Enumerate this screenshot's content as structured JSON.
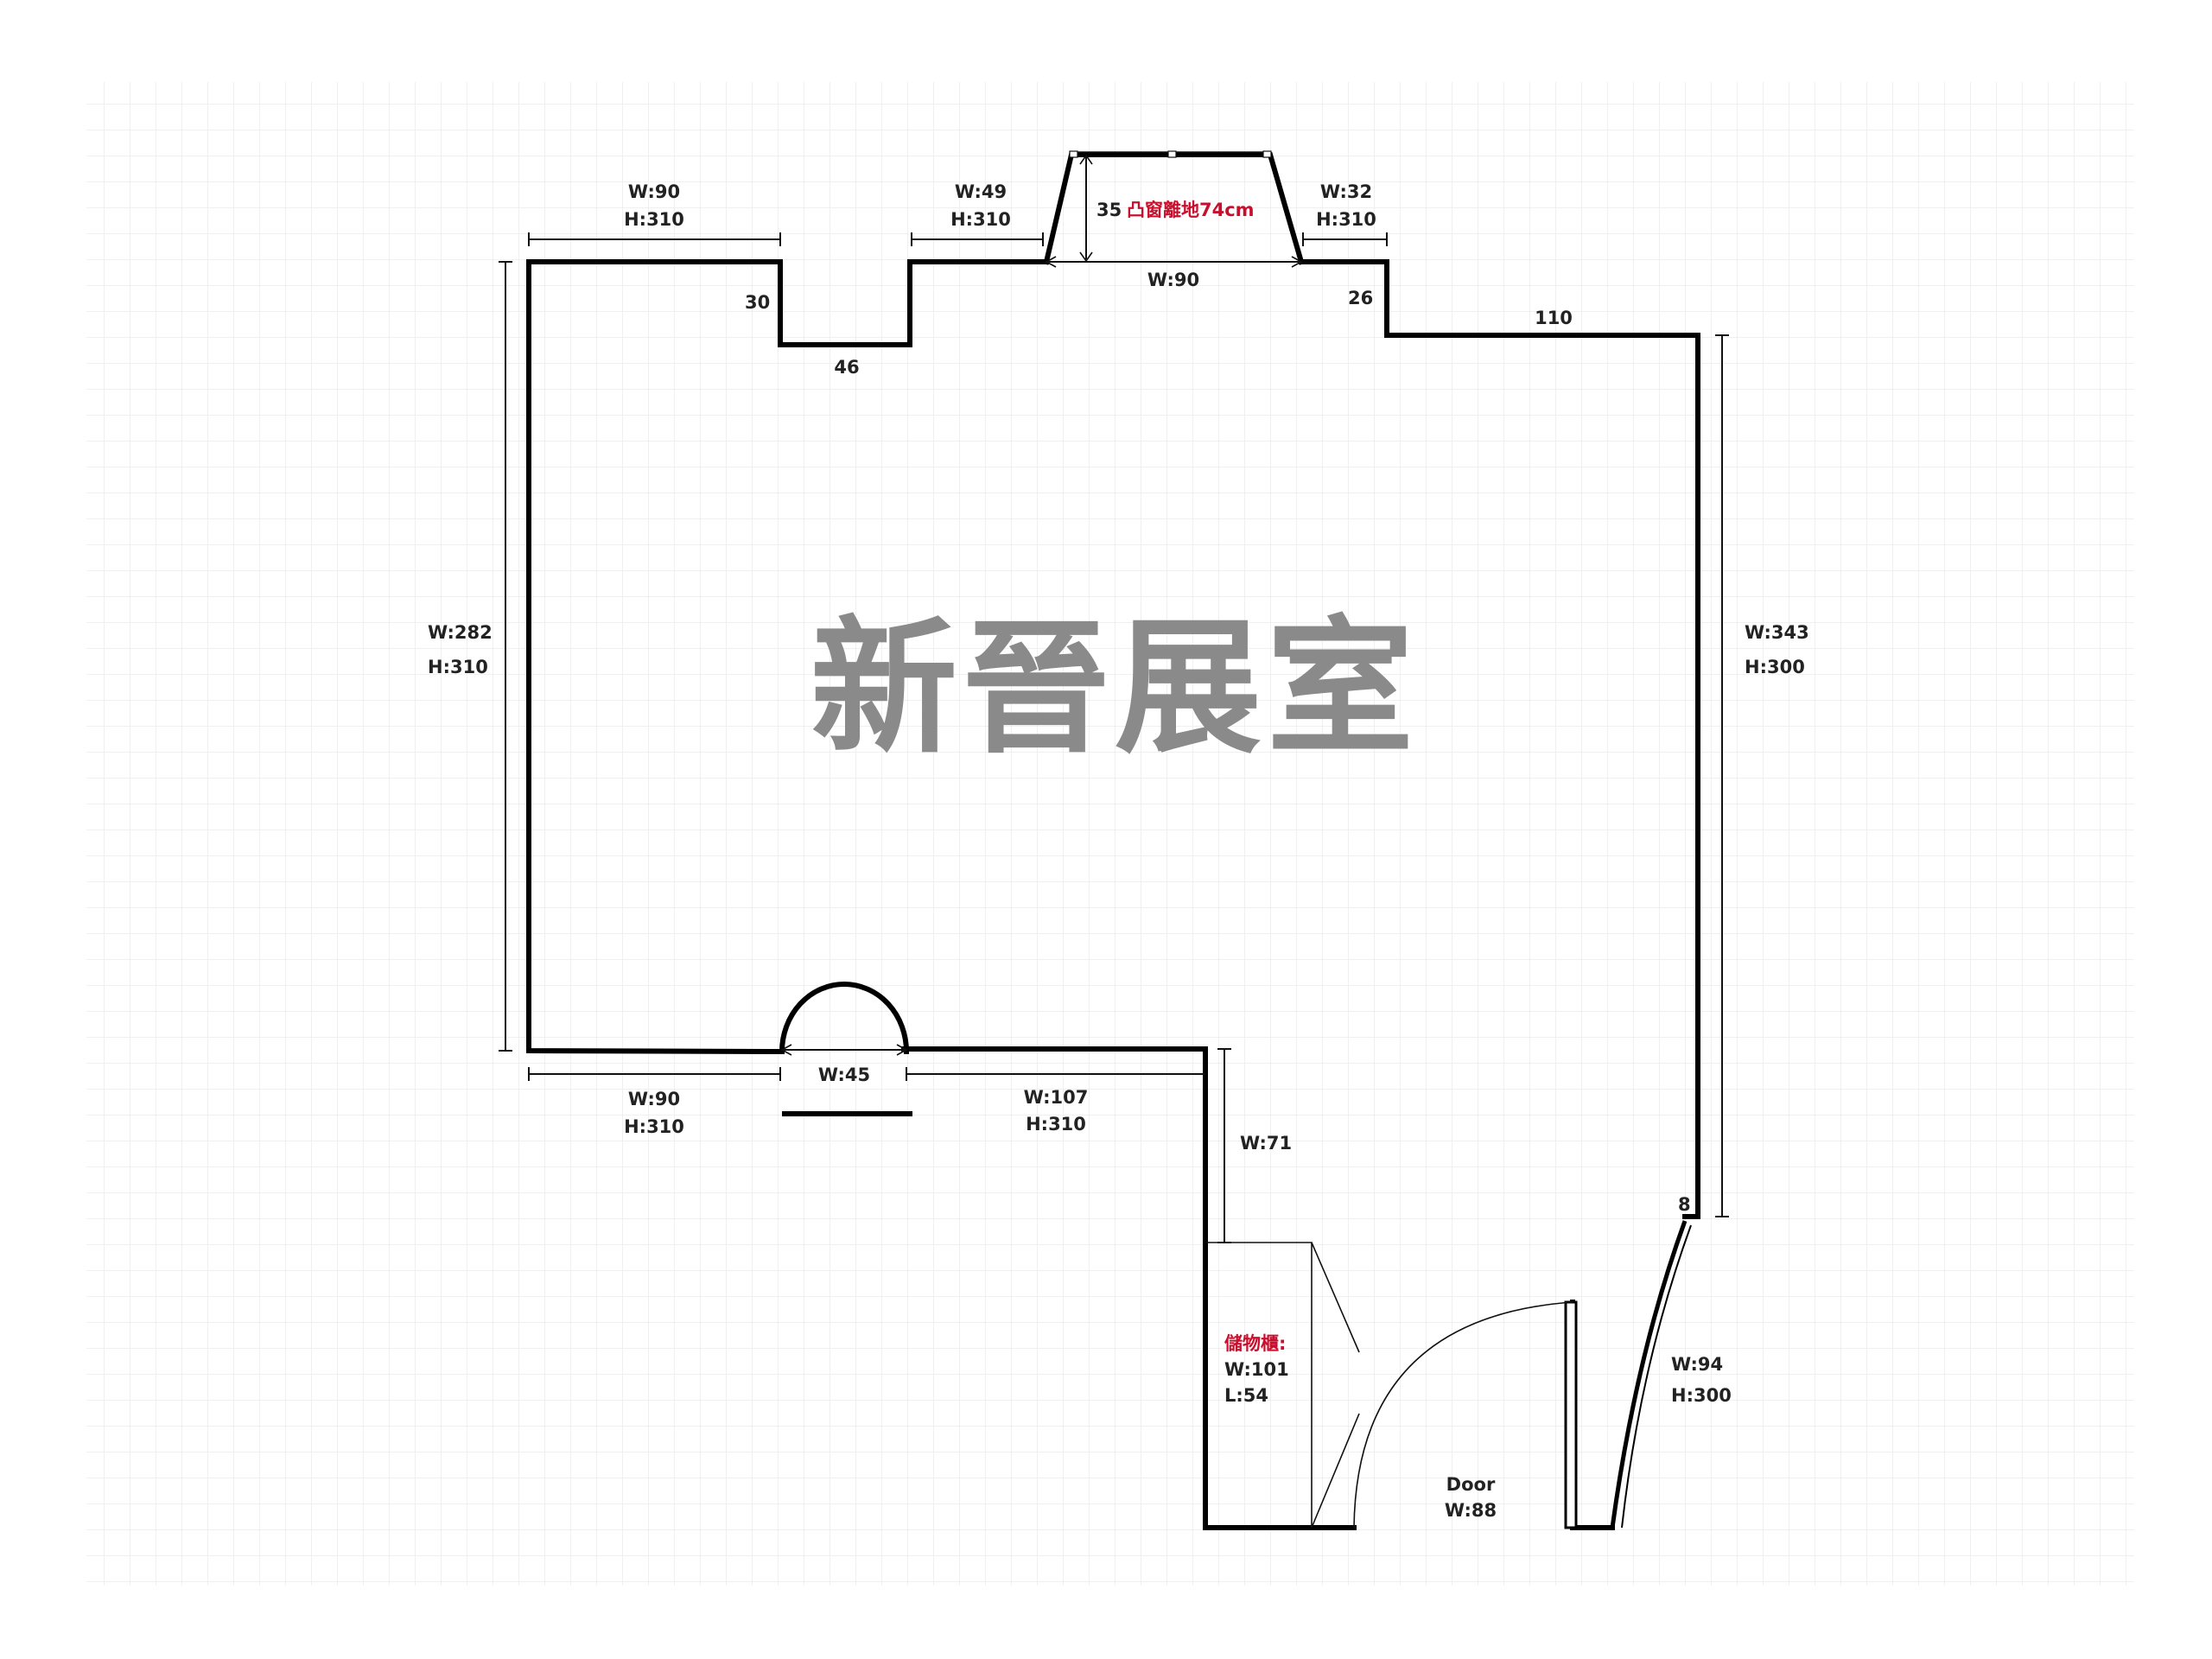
{
  "watermark": "新晉展室",
  "labels": {
    "top_left_wall": [
      "W:90",
      "H:310"
    ],
    "top_mid_wall": [
      "W:49",
      "H:310"
    ],
    "top_right_wall": [
      "W:32",
      "H:310"
    ],
    "bay_depth": "35",
    "bay_note": "凸窗離地74cm",
    "bay_width": "W:90",
    "notch_depth": "30",
    "notch_width": "46",
    "step_depth": "26",
    "right_top_segment": "110",
    "left_wall": [
      "W:282",
      "H:310"
    ],
    "right_wall": [
      "W:343",
      "H:300"
    ],
    "bottom_left_wall": [
      "W:90",
      "H:310"
    ],
    "arch_width": "W:45",
    "bottom_mid_wall": [
      "W:107",
      "H:310"
    ],
    "corridor_wall": "W:71",
    "right_jog": "8",
    "storage": [
      "儲物櫃:",
      "W:101",
      "L:54"
    ],
    "door": [
      "Door",
      "W:88"
    ],
    "lower_right_wall": [
      "W:94",
      "H:300"
    ]
  },
  "colors": {
    "wall": "#000000",
    "grid": "#ebebeb",
    "dimension": "#111111",
    "label": "#222222",
    "accent_red": "#c8102e",
    "watermark": "#8a8a8a"
  }
}
